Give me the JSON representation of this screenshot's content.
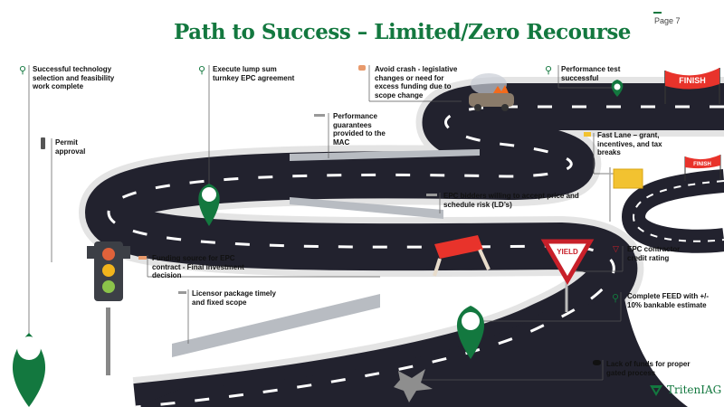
{
  "header": {
    "title": "Path to Success – Limited/Zero Recourse",
    "page_label": "Page 7"
  },
  "milestones": [
    {
      "icon": "map-pin-icon",
      "text": "Successful technology selection and feasibility work complete"
    },
    {
      "icon": "traffic-light-icon",
      "text": "Permit approval"
    },
    {
      "icon": "map-pin-icon",
      "text": "Execute lump sum turnkey EPC agreement"
    },
    {
      "icon": "guardrail-icon",
      "text": "Performance guarantees provided to the MAC"
    },
    {
      "icon": "car-crash-icon",
      "text": "Avoid crash - legislative changes or need for excess funding due to scope change"
    },
    {
      "icon": "map-pin-icon",
      "text": "Performance test successful"
    },
    {
      "icon": "sign-icon",
      "text": "Fast Lane – grant, incentives, and tax breaks"
    },
    {
      "icon": "guardrail-icon",
      "text": "EPC bidders willing to accept price and schedule risk (LD’s)"
    },
    {
      "icon": "barricade-icon",
      "text": "Funding source for EPC contract - Final investment decision"
    },
    {
      "icon": "guardrail-icon",
      "text": "Licensor package timely and fixed scope"
    },
    {
      "icon": "yield-sign-icon",
      "text": "EPC contractor credit rating"
    },
    {
      "icon": "map-pin-icon",
      "text": "Complete FEED with +/- 10% bankable estimate"
    },
    {
      "icon": "pothole-icon",
      "text": "Lack of funds for proper gated process"
    }
  ],
  "signs": {
    "finish": "FINISH",
    "yield": "YIELD"
  },
  "brand": {
    "name": "TritenIAG",
    "color": "#13783f",
    "road": "#22222e",
    "finish": "#e8332b"
  }
}
